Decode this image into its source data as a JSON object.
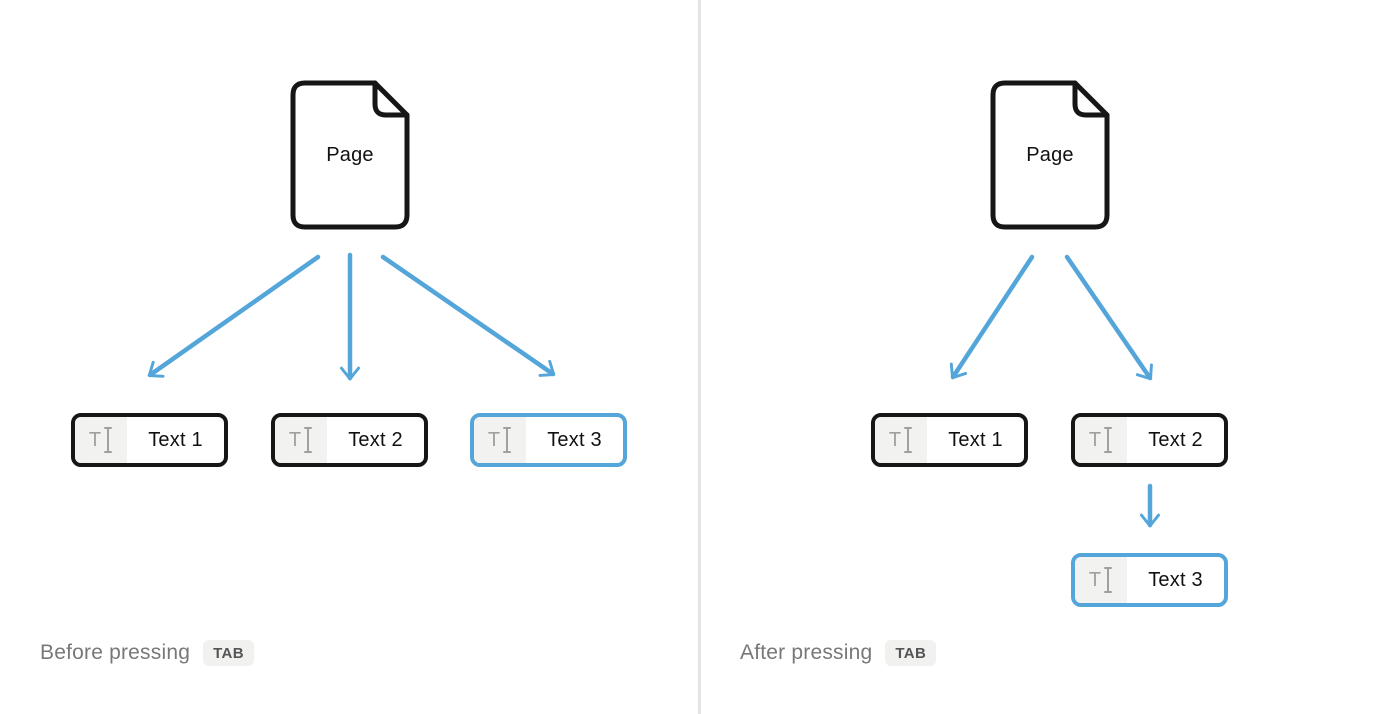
{
  "colors": {
    "accent_blue": "#54a5d9",
    "outline_black": "#161616",
    "caption_gray": "#787878",
    "key_bg": "#f1f1f0",
    "key_text": "#555555",
    "icon_gray": "#a0a0a0",
    "icon_bg": "#f2f2f1",
    "divider": "#e4e4e4"
  },
  "icons": {
    "text_block_glyph": "T"
  },
  "panels": [
    {
      "name": "before",
      "page_label": "Page",
      "blocks": [
        {
          "label": "Text 1",
          "active": false
        },
        {
          "label": "Text 2",
          "active": false
        },
        {
          "label": "Text 3",
          "active": true
        }
      ],
      "caption": "Before pressing",
      "key_label": "TAB"
    },
    {
      "name": "after",
      "page_label": "Page",
      "blocks": [
        {
          "label": "Text 1",
          "active": false
        },
        {
          "label": "Text 2",
          "active": false
        },
        {
          "label": "Text 3",
          "active": true
        }
      ],
      "caption": "After pressing",
      "key_label": "TAB"
    }
  ]
}
